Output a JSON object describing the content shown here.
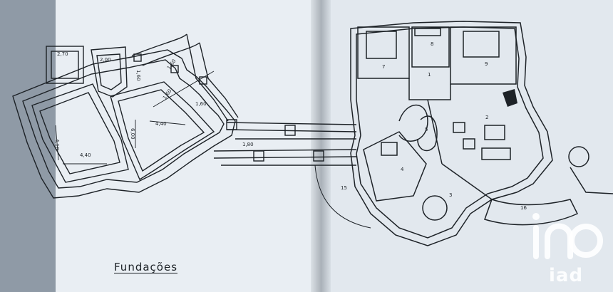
{
  "title": "Fundações",
  "dimensions": {
    "d_270": "2,70",
    "d_200": "2,00",
    "d_160a": "1,60",
    "d_160b": "1,60",
    "d_160c": "1,60",
    "d_160d": "1,60",
    "d_180": "1,80",
    "d_440a": "4,40",
    "d_440b": "4,40",
    "d_410": "4,10",
    "d_600": "6,00"
  },
  "rooms": {
    "r1": "1",
    "r2": "2",
    "r3": "3",
    "r4": "4",
    "r5": "5",
    "r7": "7",
    "r8": "8",
    "r9": "9",
    "r15": "15",
    "r16": "16"
  },
  "watermark": "iad",
  "colors": {
    "ink": "#1d2227",
    "paper": "#e9eef3",
    "background": "#8f9aa6"
  }
}
